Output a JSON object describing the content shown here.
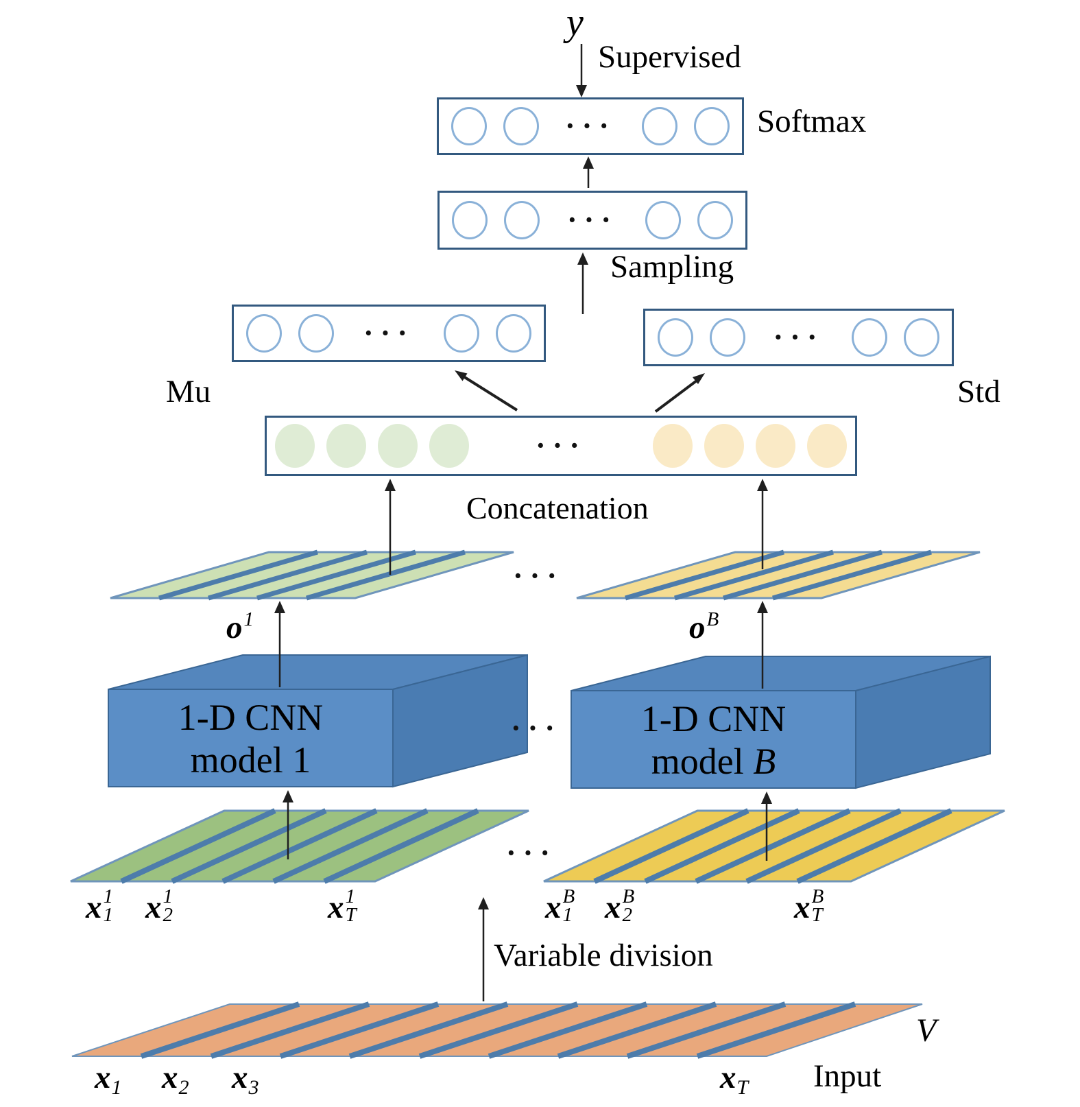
{
  "labels": {
    "y": "y",
    "supervised": "Supervised",
    "softmax": "Softmax",
    "sampling": "Sampling",
    "mu": "Mu",
    "std": "Std",
    "concatenation": "Concatenation",
    "variable_division": "Variable division",
    "input": "Input",
    "dimension": "V",
    "ellipsis": "···"
  },
  "cnn_blocks": [
    {
      "line1": "1-D CNN",
      "line2_prefix": "model ",
      "line2_index": "1"
    },
    {
      "line1": "1-D CNN",
      "line2_prefix": "model ",
      "line2_index": "B"
    }
  ],
  "output_labels": [
    {
      "base": "o",
      "sup": "1"
    },
    {
      "base": "o",
      "sup": "B"
    }
  ],
  "segment_labels": [
    {
      "base": "x",
      "sup": "1",
      "sub": "1"
    },
    {
      "base": "x",
      "sup": "1",
      "sub": "2"
    },
    {
      "base": "x",
      "sup": "1",
      "sub": "T"
    },
    {
      "base": "x",
      "sup": "B",
      "sub": "1"
    },
    {
      "base": "x",
      "sup": "B",
      "sub": "2"
    },
    {
      "base": "x",
      "sup": "B",
      "sub": "T"
    }
  ],
  "input_labels": [
    {
      "base": "x",
      "sub": "1"
    },
    {
      "base": "x",
      "sub": "2"
    },
    {
      "base": "x",
      "sub": "3"
    },
    {
      "base": "x",
      "sub": "T"
    }
  ],
  "colors": {
    "box_border": "#33597f",
    "circle_blue": "#8ab1d8",
    "oval_green": "#dfecd5",
    "oval_yellow": "#faeac6",
    "green_light": "#cde0b4",
    "yellow_light": "#f4dc92",
    "green_mid": "#9cc180",
    "yellow_mid": "#edcb55",
    "orange_input": "#e9a87c",
    "stripe_blue": "#4d7cab",
    "edge_blue": "#6f95bb",
    "cnn_front": "#5b8ec6",
    "cnn_top": "#5486bd",
    "cnn_side": "#4a7cb2",
    "cnn_edge": "#3a6694",
    "arrow": "#1f1f1f"
  }
}
